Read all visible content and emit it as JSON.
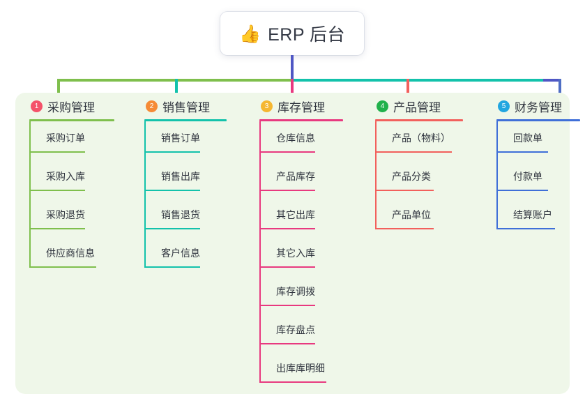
{
  "root": {
    "icon": "thumbs-up-icon",
    "emoji": "👍",
    "title": "ERP 后台"
  },
  "colors": {
    "panel_background": "#eff7e9",
    "card_background": "#ffffff",
    "stem": "#4f57c4",
    "bus_green": "#7fbf4d",
    "bus_teal": "#13c2ab",
    "bus_blue": "#4f57c4",
    "badge_1": "#f4526a",
    "badge_2": "#f58b36",
    "badge_3": "#f5b731",
    "badge_4": "#21b14b",
    "badge_5": "#22a6e0"
  },
  "columns": [
    {
      "number": "1",
      "title": "采购管理",
      "badge_color": "#f4526a",
      "accent": "#7fbf4d",
      "rule_width": 122,
      "items": [
        {
          "label": "采购订单",
          "rule_width": 80
        },
        {
          "label": "采购入库",
          "rule_width": 80
        },
        {
          "label": "采购退货",
          "rule_width": 80
        },
        {
          "label": "供应商信息",
          "rule_width": 96
        }
      ]
    },
    {
      "number": "2",
      "title": "销售管理",
      "badge_color": "#f58b36",
      "accent": "#13c2ab",
      "rule_width": 118,
      "items": [
        {
          "label": "销售订单",
          "rule_width": 80
        },
        {
          "label": "销售出库",
          "rule_width": 80
        },
        {
          "label": "销售退货",
          "rule_width": 80
        },
        {
          "label": "客户信息",
          "rule_width": 80
        }
      ]
    },
    {
      "number": "3",
      "title": "库存管理",
      "badge_color": "#f5b731",
      "accent": "#e8397f",
      "rule_width": 120,
      "items": [
        {
          "label": "仓库信息",
          "rule_width": 80
        },
        {
          "label": "产品库存",
          "rule_width": 80
        },
        {
          "label": "其它出库",
          "rule_width": 80
        },
        {
          "label": "其它入库",
          "rule_width": 80
        },
        {
          "label": "库存调拨",
          "rule_width": 80
        },
        {
          "label": "库存盘点",
          "rule_width": 80
        },
        {
          "label": "出库库明细",
          "rule_width": 96
        }
      ]
    },
    {
      "number": "4",
      "title": "产品管理",
      "badge_color": "#21b14b",
      "accent": "#f2605c",
      "rule_width": 126,
      "items": [
        {
          "label": "产品（物料）",
          "rule_width": 110
        },
        {
          "label": "产品分类",
          "rule_width": 84
        },
        {
          "label": "产品单位",
          "rule_width": 84
        }
      ]
    },
    {
      "number": "5",
      "title": "财务管理",
      "badge_color": "#22a6e0",
      "accent": "#3f6fd8",
      "rule_width": 120,
      "items": [
        {
          "label": "回款单",
          "rule_width": 74
        },
        {
          "label": "付款单",
          "rule_width": 74
        },
        {
          "label": "结算账户",
          "rule_width": 84
        }
      ]
    }
  ]
}
